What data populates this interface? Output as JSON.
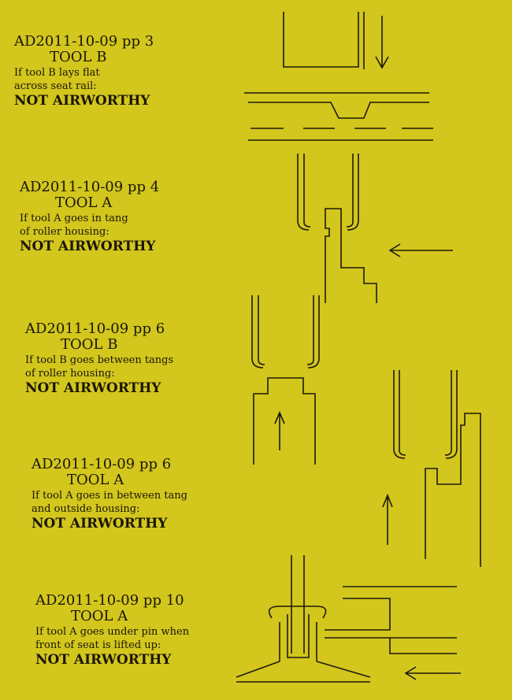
{
  "sections": [
    {
      "title": "AD2011-10-09 pp 3",
      "tool": "TOOL B",
      "line1": "If tool B lays flat",
      "line2": "across seat rail:",
      "verdict": "NOT AIRWORTHY"
    },
    {
      "title": "AD2011-10-09 pp 4",
      "tool": "TOOL A",
      "line1": "If tool A goes in tang",
      "line2": "of roller housing:",
      "verdict": "NOT AIRWORTHY"
    },
    {
      "title": "AD2011-10-09 pp 6",
      "tool": "TOOL B",
      "line1": "If tool B goes between tangs",
      "line2": "of roller housing:",
      "verdict": "NOT AIRWORTHY"
    },
    {
      "title": "AD2011-10-09 pp 6",
      "tool": "TOOL A",
      "line1": "If tool A goes in between tang",
      "line2": "and outside housing:",
      "verdict": "NOT AIRWORTHY"
    },
    {
      "title": "AD2011-10-09 pp 10",
      "tool": "TOOL A",
      "line1": "If tool A goes under pin when",
      "line2": "front of seat is lifted up:",
      "verdict": "NOT AIRWORTHY"
    }
  ]
}
